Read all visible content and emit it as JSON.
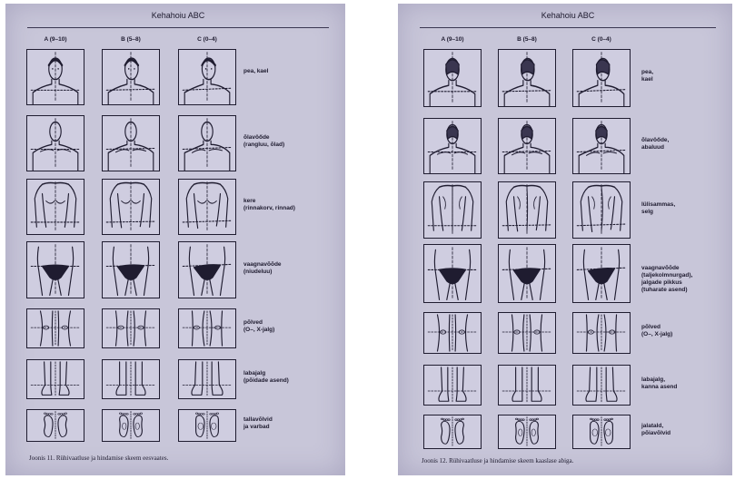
{
  "left_page": {
    "header": "Kehahoiu ABC",
    "columns": [
      "A (9–10)",
      "B (5–8)",
      "C (0–4)"
    ],
    "rows": [
      {
        "label": "pea, kael",
        "part": "head-front"
      },
      {
        "label": "õlavöőde\n(rangluu, õlad)",
        "part": "shoulders-front"
      },
      {
        "label": "kere\n(rinnakorv, rinnad)",
        "part": "torso-front"
      },
      {
        "label": "vaagnavõõde\n(niudeluu)",
        "part": "pelvis-front"
      },
      {
        "label": "põlved\n(O–, X-jalg)",
        "part": "knees"
      },
      {
        "label": "labajalg\n(põidade asend)",
        "part": "feet"
      },
      {
        "label": "tallavõlvid\nja varbad",
        "part": "soles"
      }
    ],
    "caption": "Joonis 11. Rühivaatluse ja hindamise skeem eesvaates."
  },
  "right_page": {
    "header": "Kehahoiu ABC",
    "columns": [
      "A (9–10)",
      "B (5–8)",
      "C (0–4)"
    ],
    "rows": [
      {
        "label": "pea,\nkael",
        "part": "head-back"
      },
      {
        "label": "õlavöőde,\nabaluud",
        "part": "shoulders-back"
      },
      {
        "label": "lülisammas,\nselg",
        "part": "torso-back"
      },
      {
        "label": "vaagnavõõde\n(taljekolmnurgad),\njalgade pikkus\n(tuharate asend)",
        "part": "pelvis-back"
      },
      {
        "label": "põlved\n(O–, X-jalg)",
        "part": "knees"
      },
      {
        "label": "labajalg,\nkanna asend",
        "part": "feet"
      },
      {
        "label": "jalatald,\npõiavõlvid",
        "part": "soles"
      }
    ],
    "caption": "Joonis 12. Rühivaatluse ja hindamise skeem kaaslase abiga."
  }
}
